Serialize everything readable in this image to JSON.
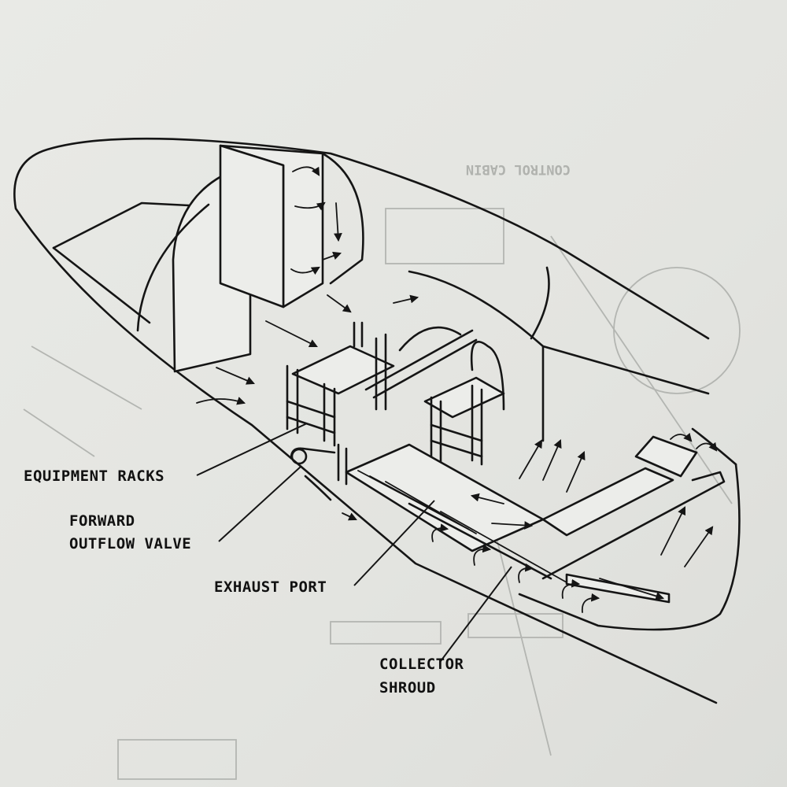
{
  "labels": {
    "equipment_racks": "EQUIPMENT RACKS",
    "forward_outflow_valve": [
      "FORWARD",
      "OUTFLOW VALVE"
    ],
    "exhaust_port": "EXHAUST PORT",
    "collector_shroud": [
      "COLLECTOR",
      "SHROUD"
    ]
  },
  "ghost_text": {
    "control_cabin": "CONTROL CABIN"
  },
  "colors": {
    "ink": "#151515",
    "paper": "#e6e7e3",
    "bleed_through": "#b3b5b1"
  }
}
